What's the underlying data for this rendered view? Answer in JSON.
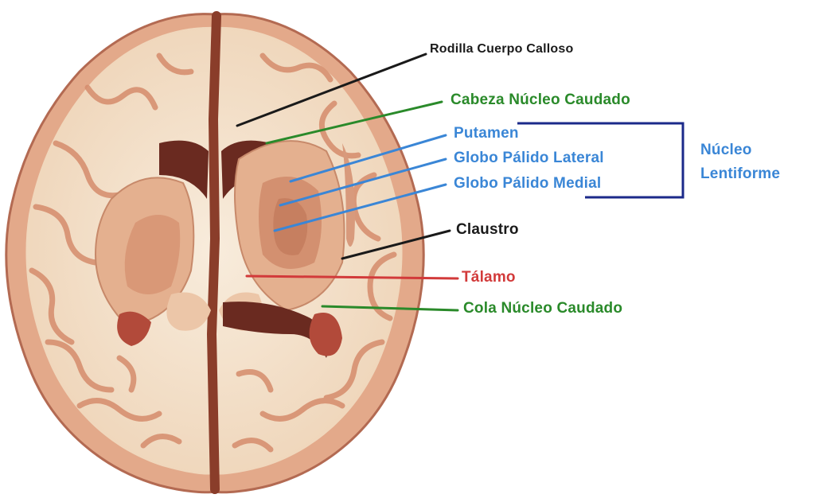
{
  "diagram": {
    "labels": {
      "rodilla": "Rodilla Cuerpo Calloso",
      "cabeza": "Cabeza Núcleo Caudado",
      "putamen": "Putamen",
      "globo_lateral": "Globo Pálido Lateral",
      "globo_medial": "Globo Pálido Medial",
      "nucleo_lentiforme_1": "Núcleo",
      "nucleo_lentiforme_2": "Lentiforme",
      "claustro": "Claustro",
      "talamo": "Tálamo",
      "cola": "Cola Núcleo Caudado"
    },
    "colors": {
      "black_label": "#1a1a1a",
      "green_label": "#2a8a2a",
      "blue_label": "#3a86d6",
      "navy_bracket": "#1b2a8a",
      "red_label": "#d23a3a",
      "tissue_light": "#f6ead9",
      "tissue_mid": "#e9bf9a",
      "tissue_dark": "#c98a6a",
      "ventricle": "#6a2a20"
    }
  }
}
